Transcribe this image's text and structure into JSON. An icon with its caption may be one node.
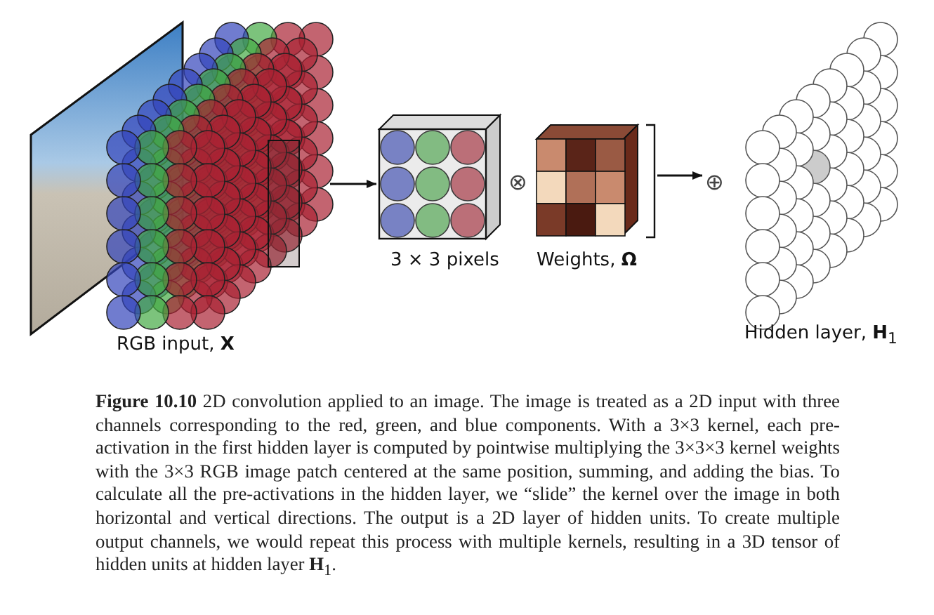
{
  "diagram": {
    "caption": "**Figure 10.10** 2D convolution applied to an image. The image is treated as a 2D input with three channels corresponding to the red, green, and blue components. With a 3×3 kernel, each pre-activation in the first hidden layer is computed by pointwise multiplying the 3×3×3 kernel weights with the 3×3 RGB image patch centered at the same position, summing, and adding the bias. To calculate all the pre-activations in the hidden layer, we “slide” the kernel over the image in both horizontal and vertical directions. The output is a 2D layer of hidden units. To create multiple output channels, we would repeat this process with multiple kernels, resulting in a 3D tensor of hidden units at hidden layer **H**$_{1}$.",
    "nodes": [
      {
        "text": [
          "RGB input, **X**"
        ]
      },
      {
        "text": [
          "3 × 3 pixels"
        ]
      },
      {
        "text": [
          "Weights, **Ω**"
        ]
      },
      {
        "text": [
          "⊕"
        ]
      },
      {
        "text": [
          "Hidden layer, **H**$_{1}$"
        ]
      }
    ],
    "edges": [
      {
        "from": 0,
        "to": 1,
        "arrow": "to"
      },
      {
        "from": 2,
        "to": 3,
        "arrow": "to"
      }
    ],
    "labels": [
      "⊗"
    ]
  }
}
